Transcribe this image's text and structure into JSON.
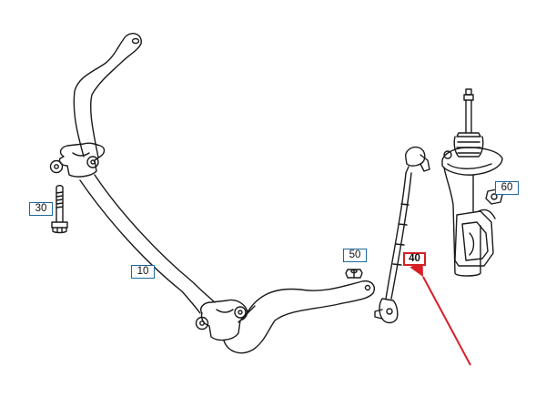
{
  "callouts": [
    {
      "id": "10",
      "label": "10",
      "selected": false
    },
    {
      "id": "30",
      "label": "30",
      "selected": false
    },
    {
      "id": "50",
      "label": "50",
      "selected": false
    },
    {
      "id": "60",
      "label": "60",
      "selected": false
    },
    {
      "id": "40",
      "label": "40",
      "selected": true
    }
  ],
  "colors": {
    "callout_border": "#1c6a9c",
    "selected_border": "#d61f26",
    "indicator_arrow": "#d61f26",
    "line_art": "#1a1a1a"
  },
  "icons": {
    "indicator": "red-arrow-icon"
  }
}
